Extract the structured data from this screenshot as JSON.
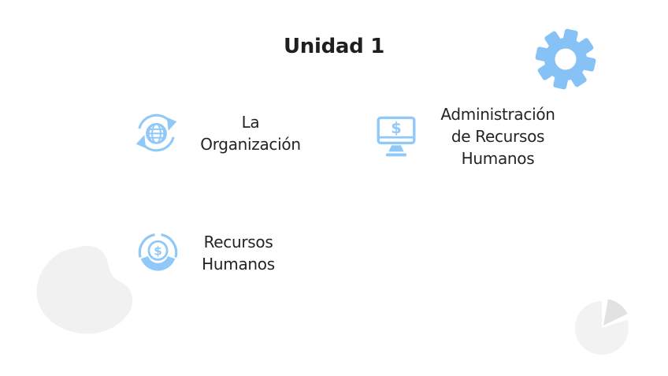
{
  "slide": {
    "title": "Unidad 1",
    "topics": [
      {
        "id": "la-organizacion",
        "label": "La\nOrganización",
        "icon": "globe-sync-icon"
      },
      {
        "id": "administracion-rrhh",
        "label": "Administración\nde Recursos\nHumanos",
        "icon": "monitor-dollar-icon"
      },
      {
        "id": "recursos-humanos",
        "label": "Recursos\nHumanos",
        "icon": "donut-dollar-icon"
      }
    ],
    "dollar": "$",
    "decor_icons": [
      "gear-icon",
      "blob-shape",
      "pie-shape"
    ],
    "colors": {
      "icon_blue": "#90C8F8",
      "gear_blue": "#86C2F5",
      "text_dark": "#242424",
      "blob_gray": "#F1F1F1",
      "pie_gray": "#F2F2F2",
      "pie_wedge_gray": "#E2E2E2",
      "background": "#FFFFFF"
    }
  }
}
